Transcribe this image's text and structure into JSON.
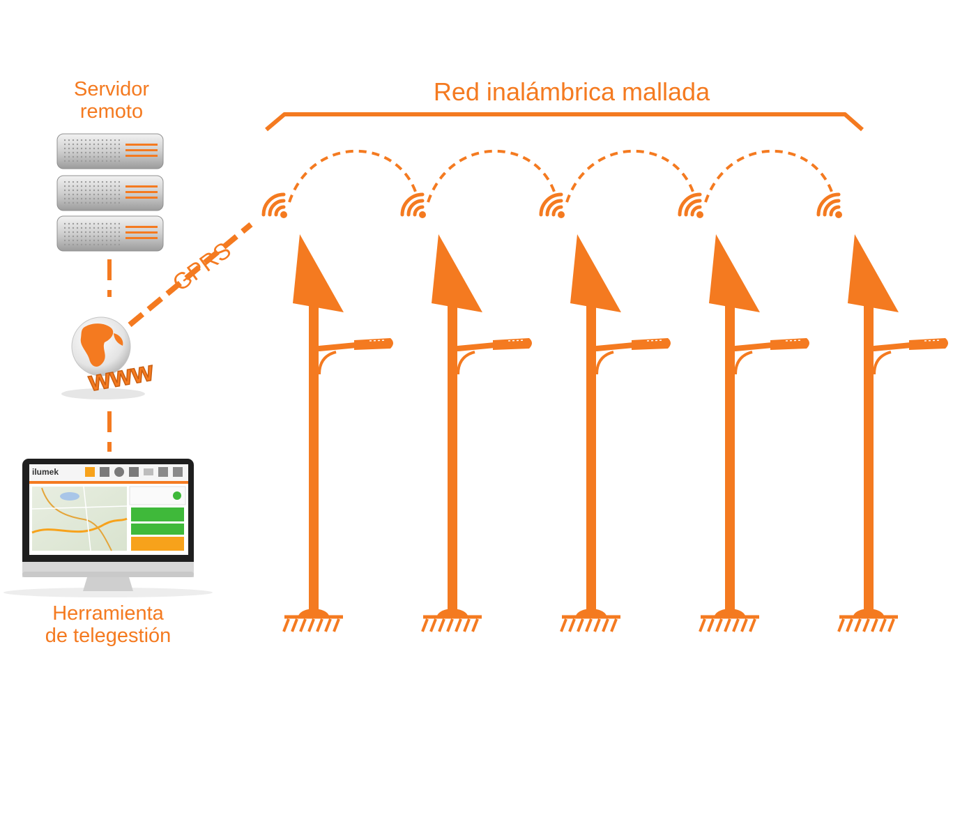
{
  "labels": {
    "server_line1": "Servidor",
    "server_line2": "remoto",
    "mesh_title": "Red inalámbrica mallada",
    "tool_line1": "Herramienta",
    "tool_line2": "de telegestión",
    "gprs": "GPRS",
    "www": "www"
  },
  "screen": {
    "brand": "ilumek"
  },
  "colors": {
    "accent": "#f47a20",
    "screen_green": "#3fb93a",
    "screen_orange": "#f7a21b"
  },
  "icons": [
    "server-icon",
    "globe-icon",
    "monitor-icon",
    "wifi-signal-icon",
    "street-lamp-icon"
  ],
  "mesh": {
    "node_count": 5
  }
}
